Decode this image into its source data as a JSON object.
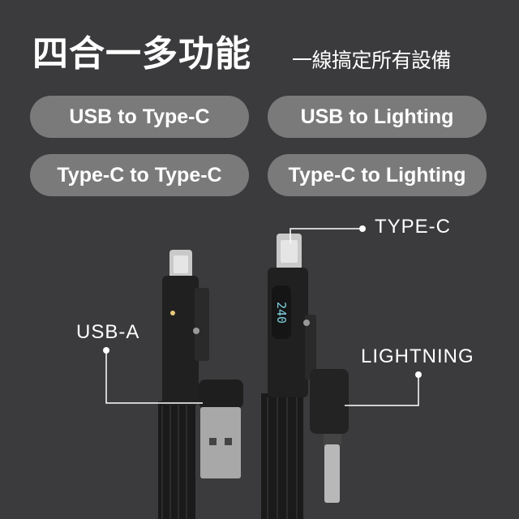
{
  "header": {
    "title": "四合一多功能",
    "subtitle": "一線搞定所有設備"
  },
  "modes": [
    {
      "label": "USB to Type-C"
    },
    {
      "label": "USB to Lighting"
    },
    {
      "label": "Type-C to Type-C"
    },
    {
      "label": "Type-C to Lighting"
    }
  ],
  "callouts": {
    "type_c": "TYPE-C",
    "usb_a": "USB-A",
    "lightning": "LIGHTNING"
  },
  "display": {
    "value": "240"
  },
  "colors": {
    "background": "#3b3b3d",
    "pill": "#7a7a7b",
    "logo": "#e8c97a",
    "display": "#7fd0e0"
  }
}
